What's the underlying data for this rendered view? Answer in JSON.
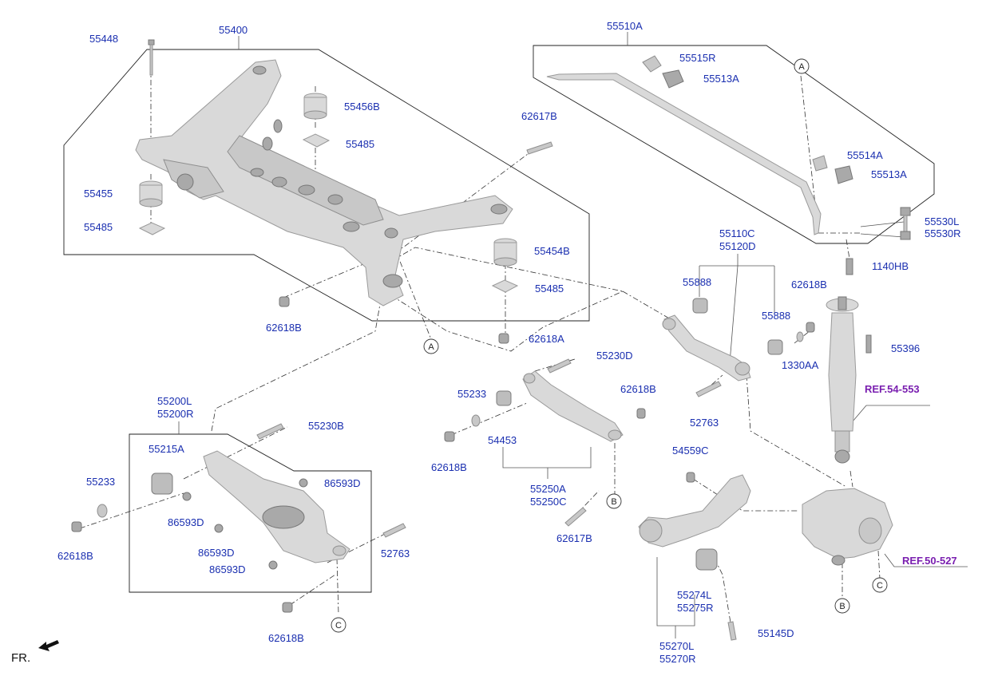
{
  "labels": {
    "l55448": "55448",
    "l55400": "55400",
    "l55456B": "55456B",
    "l55485a": "55485",
    "l55455": "55455",
    "l55485b": "55485",
    "l55454B": "55454B",
    "l55485c": "55485",
    "l62617Ba": "62617B",
    "l62618Ba": "62618B",
    "l62618A": "62618A",
    "l55510A": "55510A",
    "l55515R": "55515R",
    "l55513Aa": "55513A",
    "l55514A": "55514A",
    "l55513Ab": "55513A",
    "l55530L": "55530L",
    "l55530R": "55530R",
    "l1140HB": "1140HB",
    "l55110C": "55110C",
    "l55120D": "55120D",
    "l55888a": "55888",
    "l55888b": "55888",
    "l62618Bb": "62618B",
    "l1330AA": "1330AA",
    "l55396": "55396",
    "l52763a": "52763",
    "lRef54553": "REF.54-553",
    "l55230D": "55230D",
    "l55233a": "55233",
    "l62618Bc": "62618B",
    "l54453": "54453",
    "l62618Bd": "62618B",
    "l55250A": "55250A",
    "l55250C": "55250C",
    "l62617Bb": "62617B",
    "l55200L": "55200L",
    "l55200R": "55200R",
    "l55230B": "55230B",
    "l55215A": "55215A",
    "l86593Da": "86593D",
    "l55233b": "55233",
    "l86593Db": "86593D",
    "l86593Dc": "86593D",
    "l86593Dd": "86593D",
    "l62618Be": "62618B",
    "l52763b": "52763",
    "l62618Bf": "62618B",
    "l54559C": "54559C",
    "lRef50527": "REF.50-527",
    "l55274L": "55274L",
    "l55275R": "55275R",
    "l55145D": "55145D",
    "l55270L": "55270L",
    "l55270R": "55270R",
    "fr": "FR."
  },
  "callouts": {
    "A": "A",
    "B": "B",
    "C": "C"
  },
  "colors": {
    "part_label": "#1a2fb0",
    "reference_label": "#7a1fb0",
    "line": "#222222"
  }
}
